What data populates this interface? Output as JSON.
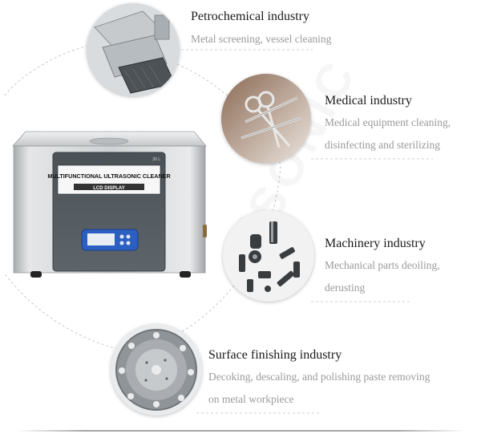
{
  "device": {
    "panel_title": "MULTIFUNCTIONAL ULTRASONIC CLEANER",
    "panel_subtitle": "LCD DISPLAY",
    "capacity_label": "30 L"
  },
  "industries": [
    {
      "title": "Petrochemical industry",
      "lines": [
        "Metal screening, vessel cleaning"
      ]
    },
    {
      "title": "Medical industry",
      "lines": [
        "Medical equipment cleaning,",
        "disinfecting and sterilizing"
      ]
    },
    {
      "title": "Machinery industry",
      "lines": [
        "Mechanical parts deoiling,",
        "derusting"
      ]
    },
    {
      "title": "Surface finishing industry",
      "lines": [
        "Decoking, descaling, and polishing paste removing",
        "on metal workpiece"
      ]
    }
  ],
  "watermark": "iSONIC",
  "icons": {
    "petrochemical": "metal-screen-icon",
    "medical": "scissors-icon",
    "machinery": "mechanical-parts-icon",
    "surface": "metal-disc-icon"
  }
}
